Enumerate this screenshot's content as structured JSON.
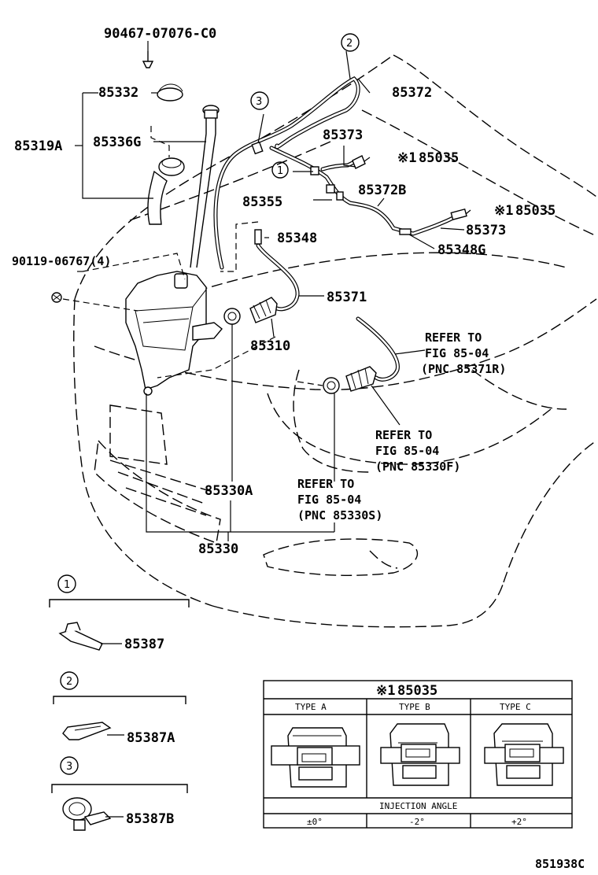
{
  "parts": {
    "p90467": "90467-07076-C0",
    "p85332": "85332",
    "p85319A": "85319A",
    "p85336G": "85336G",
    "p90119": "90119-06767(4)",
    "p85372": "85372",
    "p85373_top": "85373",
    "p85035_a": "85035",
    "p85355": "85355",
    "p85372B": "85372B",
    "p85035_b": "85035",
    "p85373_b": "85373",
    "p85348": "85348",
    "p85348G": "85348G",
    "p85371": "85371",
    "p85310": "85310",
    "p85330A": "85330A",
    "p85330": "85330",
    "p85387": "85387",
    "p85387A": "85387A",
    "p85387B": "85387B"
  },
  "callouts": {
    "c1": "1",
    "c2": "2",
    "c3": "3"
  },
  "note_mark": "※1",
  "refer": {
    "r1": {
      "l1": "REFER TO",
      "l2": "FIG 85-04",
      "l3": "(PNC 85371R)"
    },
    "r2": {
      "l1": "REFER TO",
      "l2": "FIG 85-04",
      "l3": "(PNC 85330F)"
    },
    "r3": {
      "l1": "REFER TO",
      "l2": "FIG 85-04",
      "l3": "(PNC 85330S)"
    }
  },
  "nozzle_table": {
    "title": "85035",
    "headers": [
      "TYPE A",
      "TYPE B",
      "TYPE C"
    ],
    "footer_label": "INJECTION ANGLE",
    "angles": [
      "±0°",
      "-2°",
      "+2°"
    ]
  },
  "figure_id": "851938C"
}
